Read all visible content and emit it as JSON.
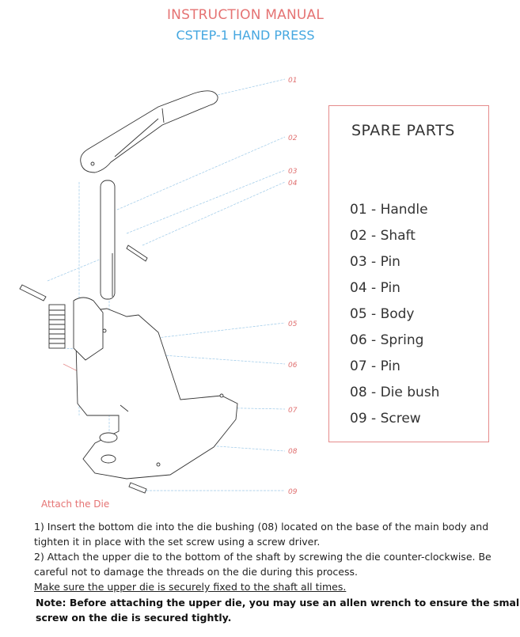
{
  "header": {
    "title": "INSTRUCTION MANUAL",
    "subtitle": "CSTEP-1 HAND PRESS"
  },
  "diagram": {
    "callouts": [
      "01",
      "02",
      "03",
      "04",
      "05",
      "06",
      "07",
      "08",
      "09"
    ]
  },
  "spare_parts": {
    "title": "SPARE PARTS",
    "items": [
      "01 - Handle",
      "02 - Shaft",
      "03 - Pin",
      "04 - Pin",
      "05 - Body",
      "06 - Spring",
      "07 - Pin",
      "08 - Die bush",
      "09 - Screw"
    ]
  },
  "instructions": {
    "heading": "Attach the Die",
    "lines": [
      "1)  Insert the bottom die into the die bushing (08) located on the base of the main body and",
      "tighten it in place with the set screw using a screw driver.",
      "2)  Attach the upper die to the bottom of the shaft by screwing the die counter-clockwise. Be",
      "careful not to damage the threads on the die during this process."
    ],
    "underlined": "Make sure the upper die is securely fixed  to the shaft all times.",
    "note_lines": [
      "Note: Before attaching the upper die,  you may use an allen wrench to ensure the small set",
      " screw on the die  is secured tightly."
    ]
  },
  "colors": {
    "accent_red": "#e57373",
    "accent_blue": "#45a7e0"
  }
}
